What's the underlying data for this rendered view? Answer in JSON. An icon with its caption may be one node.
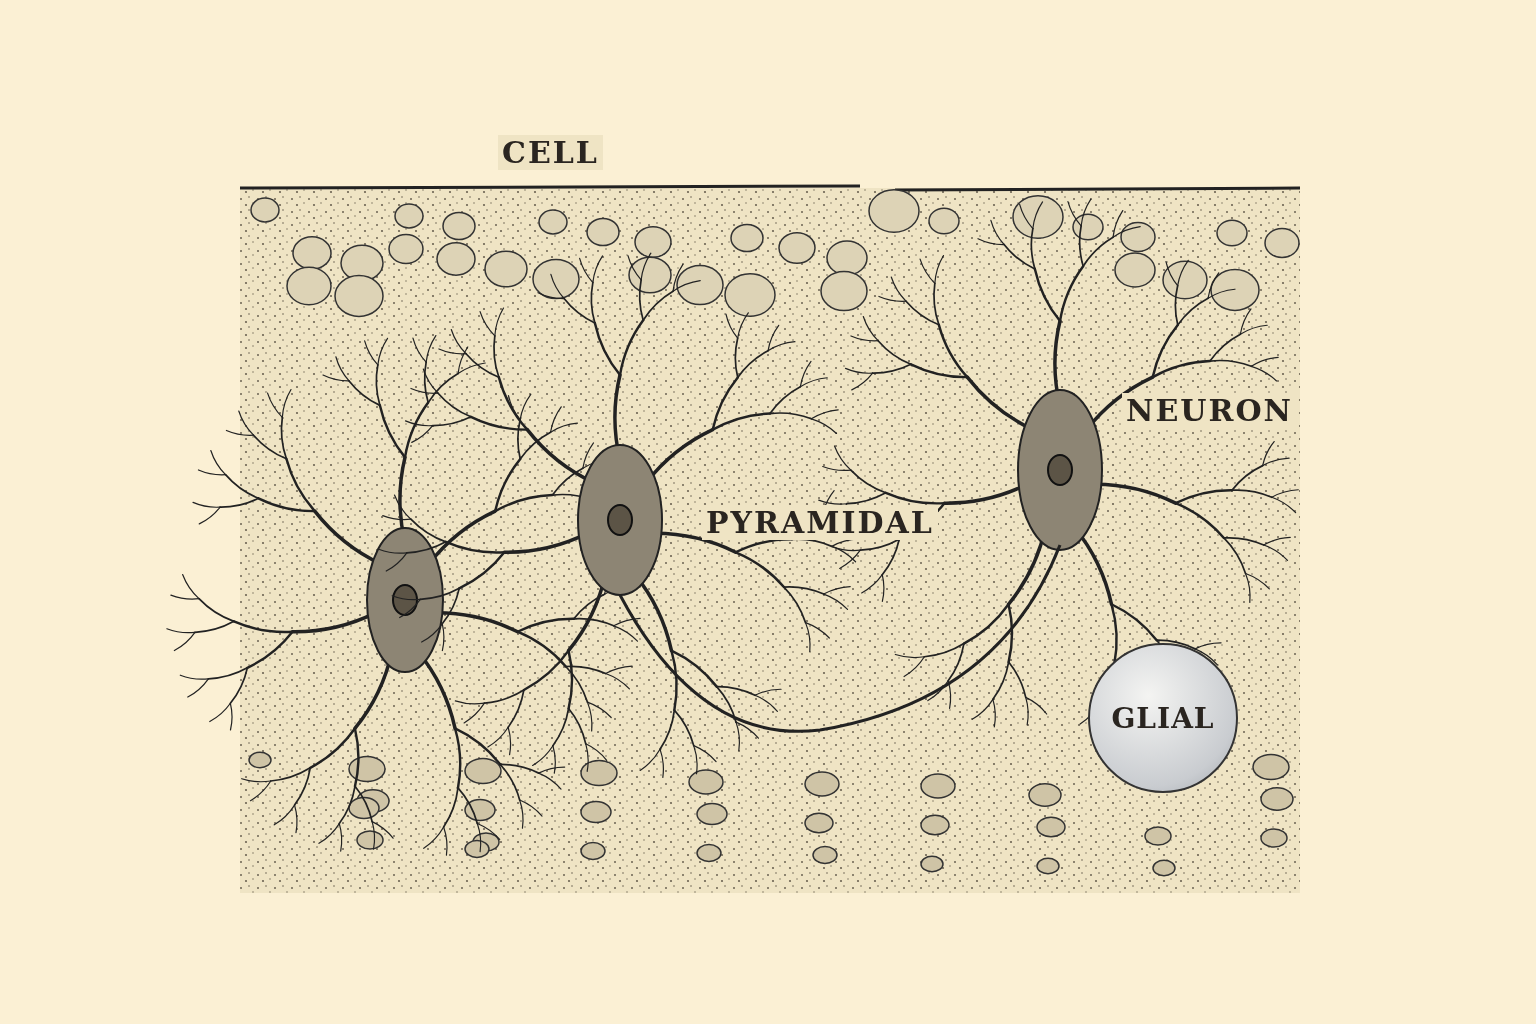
{
  "diagram": {
    "nodes": [
      {
        "text": [
          "GLIAL"
        ]
      }
    ],
    "labels": [
      "CELL",
      "PYRAMIDAL",
      "NEURON"
    ]
  }
}
